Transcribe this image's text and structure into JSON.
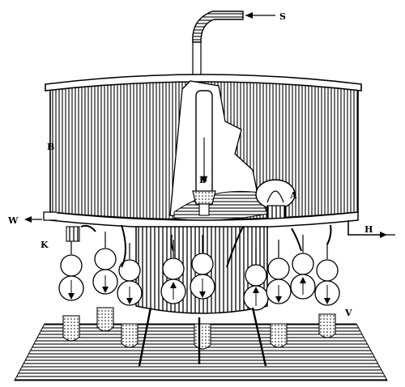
{
  "labels": {
    "S": "S",
    "B": "B",
    "D": "D",
    "A": "A",
    "W": "W",
    "H": "H",
    "K": "K",
    "V": "V"
  },
  "colors": {
    "ink": "#000000",
    "paper": "#ffffff"
  }
}
